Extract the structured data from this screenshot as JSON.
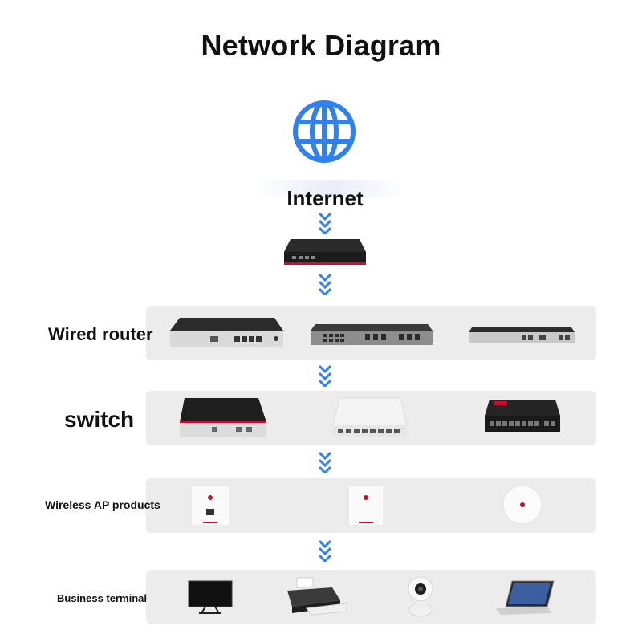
{
  "title": "Network Diagram",
  "internet": {
    "label": "Internet",
    "icon": "globe-icon",
    "color": "#2f80f0"
  },
  "rows": [
    {
      "label": "Wired router",
      "devices": [
        "router-1U-gateway",
        "router-modular-chassis",
        "router-rackmount-slim"
      ]
    },
    {
      "label": "switch",
      "devices": [
        "switch-desktop-black-red",
        "switch-white-8port",
        "switch-black-8port-poe"
      ]
    },
    {
      "label": "Wireless AP products",
      "devices": [
        "ap-wall-plate-1",
        "ap-wall-plate-2",
        "ap-ceiling-round"
      ]
    },
    {
      "label": "Business terminal",
      "devices": [
        "monitor-icon",
        "printer-icon",
        "camera-icon",
        "laptop-icon"
      ]
    }
  ],
  "colors": {
    "arrow": "#2f80f0",
    "row_bg": "#ececec",
    "brand_red": "#c8102e"
  }
}
